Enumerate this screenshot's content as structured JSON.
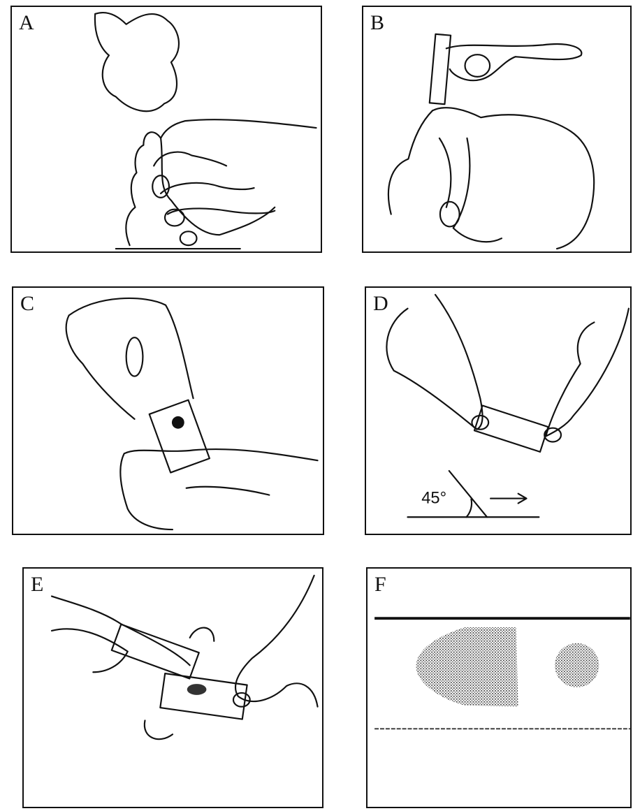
{
  "panels": [
    {
      "id": "A",
      "label": "A"
    },
    {
      "id": "B",
      "label": "B"
    },
    {
      "id": "C",
      "label": "C"
    },
    {
      "id": "D",
      "label": "D",
      "angle_label": "45°"
    },
    {
      "id": "E",
      "label": "E"
    },
    {
      "id": "F",
      "label": "F"
    }
  ],
  "colors": {
    "ink": "#111111",
    "paper": "#ffffff",
    "smear": "#555555"
  }
}
